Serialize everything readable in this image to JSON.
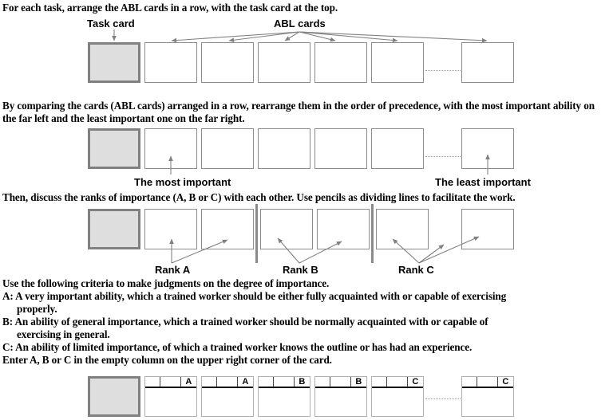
{
  "instructions": {
    "line1": "For each task, arrange the ABL cards in a row, with the task card at the  top.",
    "line2_a": "By comparing the cards (ABL cards) arranged in a row, rearrange them in the order of precedence, with the most",
    "line2_b": "important ability on the far left and the least important one on the far  right.",
    "line3": "Then, discuss the ranks of importance (A, B or C) with  each other. Use pencils as dividing lines to facilitate the work.",
    "criteria_intro": "Use the following criteria to make judgments on the degree of  importance.",
    "criteria_a": "A: A very important ability, which a trained worker should be either fully acquainted with or capable of exercising",
    "criteria_a_cont": "properly.",
    "criteria_b": "B: An ability of general importance, which a trained worker should be normally acquainted with or capable of",
    "criteria_b_cont": "exercising in general.",
    "criteria_c": "C: An ability of limited importance, of which a trained worker knows the outline or has had an experience.",
    "criteria_enter": "Enter A, B or C in the empty column on the upper right corner of the  card."
  },
  "labels": {
    "task_card": "Task card",
    "abl_cards": "ABL cards",
    "most_important": "The most important",
    "least_important": "The least important",
    "rank_a": "Rank A",
    "rank_b": "Rank B",
    "rank_c": "Rank C"
  },
  "rows": {
    "row1": {
      "name": "arrange-row",
      "task_card_label": "",
      "abl_card_count": 6
    },
    "row2": {
      "name": "reorder-row",
      "abl_card_count": 6
    },
    "row3": {
      "name": "rank-row",
      "abl_card_count": 6,
      "divider_count": 2
    },
    "row4": {
      "name": "lettered-row",
      "letters": [
        "A",
        "A",
        "B",
        "B",
        "C",
        "C"
      ]
    }
  },
  "colors": {
    "task_card_fill": "#dedede",
    "task_card_border": "#808080",
    "card_border": "#8c8c8c",
    "arrow": "#808080",
    "pencil": "#8a8a8a",
    "text": "#000000"
  }
}
